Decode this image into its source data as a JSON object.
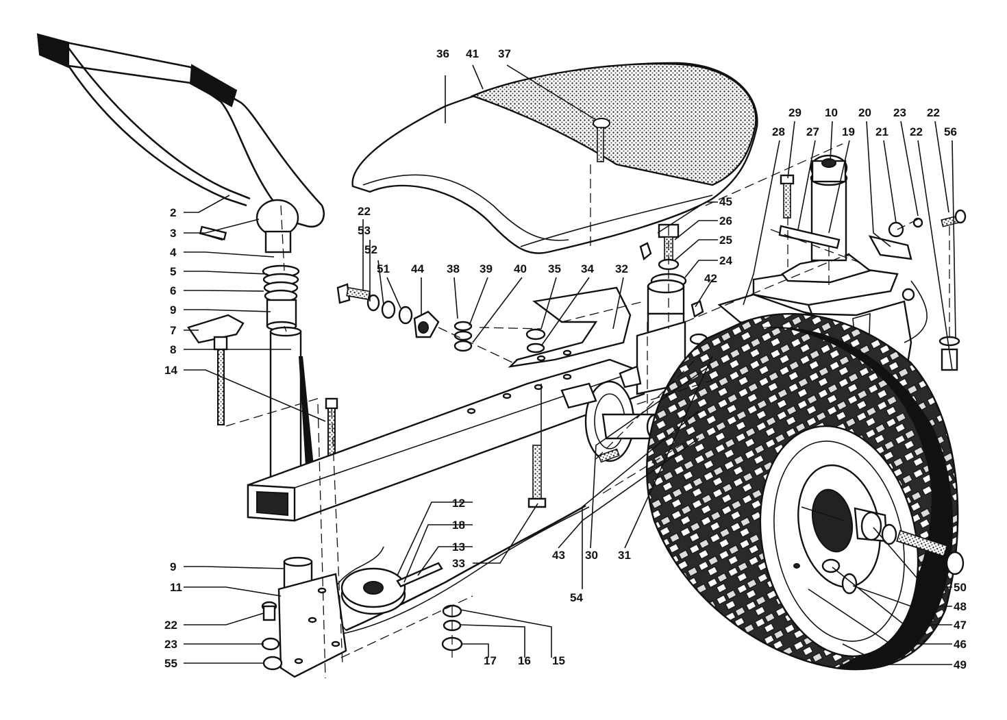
{
  "diagram": {
    "callouts": [
      {
        "id": "c36",
        "text": "36"
      },
      {
        "id": "c41",
        "text": "41"
      },
      {
        "id": "c37",
        "text": "37"
      },
      {
        "id": "c29",
        "text": "29"
      },
      {
        "id": "c10",
        "text": "10"
      },
      {
        "id": "c20",
        "text": "20"
      },
      {
        "id": "c23a",
        "text": "23"
      },
      {
        "id": "c22a",
        "text": "22"
      },
      {
        "id": "c28",
        "text": "28"
      },
      {
        "id": "c27",
        "text": "27"
      },
      {
        "id": "c19",
        "text": "19"
      },
      {
        "id": "c21",
        "text": "21"
      },
      {
        "id": "c22b",
        "text": "22"
      },
      {
        "id": "c56",
        "text": "56"
      },
      {
        "id": "c2",
        "text": "2"
      },
      {
        "id": "c3",
        "text": "3"
      },
      {
        "id": "c4",
        "text": "4"
      },
      {
        "id": "c5",
        "text": "5"
      },
      {
        "id": "c6",
        "text": "6"
      },
      {
        "id": "c9a",
        "text": "9"
      },
      {
        "id": "c7",
        "text": "7"
      },
      {
        "id": "c8",
        "text": "8"
      },
      {
        "id": "c14",
        "text": "14"
      },
      {
        "id": "c22c",
        "text": "22"
      },
      {
        "id": "c53",
        "text": "53"
      },
      {
        "id": "c52",
        "text": "52"
      },
      {
        "id": "c51",
        "text": "51"
      },
      {
        "id": "c44",
        "text": "44"
      },
      {
        "id": "c38",
        "text": "38"
      },
      {
        "id": "c39",
        "text": "39"
      },
      {
        "id": "c40",
        "text": "40"
      },
      {
        "id": "c35",
        "text": "35"
      },
      {
        "id": "c34",
        "text": "34"
      },
      {
        "id": "c32",
        "text": "32"
      },
      {
        "id": "c45",
        "text": "45"
      },
      {
        "id": "c26",
        "text": "26"
      },
      {
        "id": "c25",
        "text": "25"
      },
      {
        "id": "c24",
        "text": "24"
      },
      {
        "id": "c42",
        "text": "42"
      },
      {
        "id": "c12",
        "text": "12"
      },
      {
        "id": "c18",
        "text": "18"
      },
      {
        "id": "c13",
        "text": "13"
      },
      {
        "id": "c33",
        "text": "33"
      },
      {
        "id": "c43",
        "text": "43"
      },
      {
        "id": "c30",
        "text": "30"
      },
      {
        "id": "c31",
        "text": "31"
      },
      {
        "id": "c54",
        "text": "54"
      },
      {
        "id": "c9b",
        "text": "9"
      },
      {
        "id": "c11",
        "text": "11"
      },
      {
        "id": "c22d",
        "text": "22"
      },
      {
        "id": "c23b",
        "text": "23"
      },
      {
        "id": "c55",
        "text": "55"
      },
      {
        "id": "c15",
        "text": "15"
      },
      {
        "id": "c16",
        "text": "16"
      },
      {
        "id": "c17",
        "text": "17"
      },
      {
        "id": "c50",
        "text": "50"
      },
      {
        "id": "c48",
        "text": "48"
      },
      {
        "id": "c47",
        "text": "47"
      },
      {
        "id": "c46",
        "text": "46"
      },
      {
        "id": "c49",
        "text": "49"
      }
    ]
  }
}
